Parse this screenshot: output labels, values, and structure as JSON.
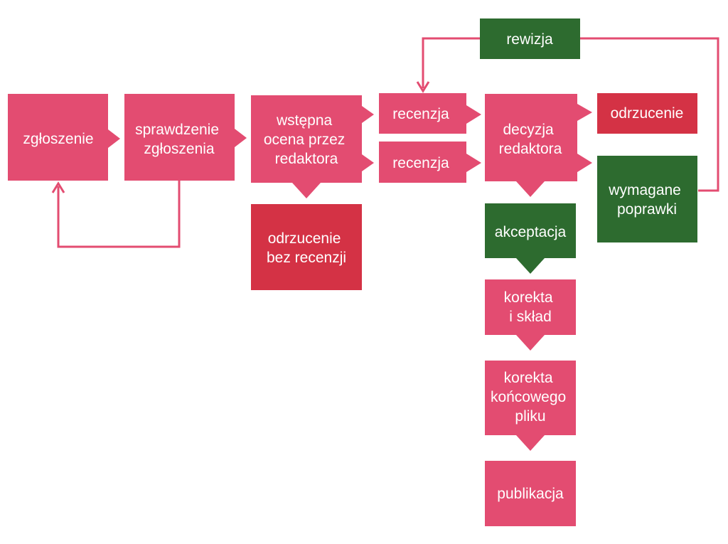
{
  "colors": {
    "pink": "#e34c71",
    "red": "#d43245",
    "green": "#2d6b2f",
    "text": "#ffffff",
    "background": "#ffffff"
  },
  "nodes": {
    "zgloszenie": "zgłoszenie",
    "sprawdzenie": [
      "sprawdzenie",
      "zgłoszenia"
    ],
    "wstepna_ocena": [
      "wstępna",
      "ocena przez",
      "redaktora"
    ],
    "odrzucenie_bez_recenzji": [
      "odrzucenie",
      "bez recenzji"
    ],
    "recenzja_1": "recenzja",
    "recenzja_2": "recenzja",
    "rewizja": "rewizja",
    "decyzja": [
      "decyzja",
      "redaktora"
    ],
    "odrzucenie": "odrzucenie",
    "wymagane_poprawki": [
      "wymagane",
      "poprawki"
    ],
    "akceptacja": "akceptacja",
    "korekta_sklad": [
      "korekta",
      "i skład"
    ],
    "korekta_pliku": [
      "korekta",
      "końcowego",
      "pliku"
    ],
    "publikacja": "publikacja"
  }
}
